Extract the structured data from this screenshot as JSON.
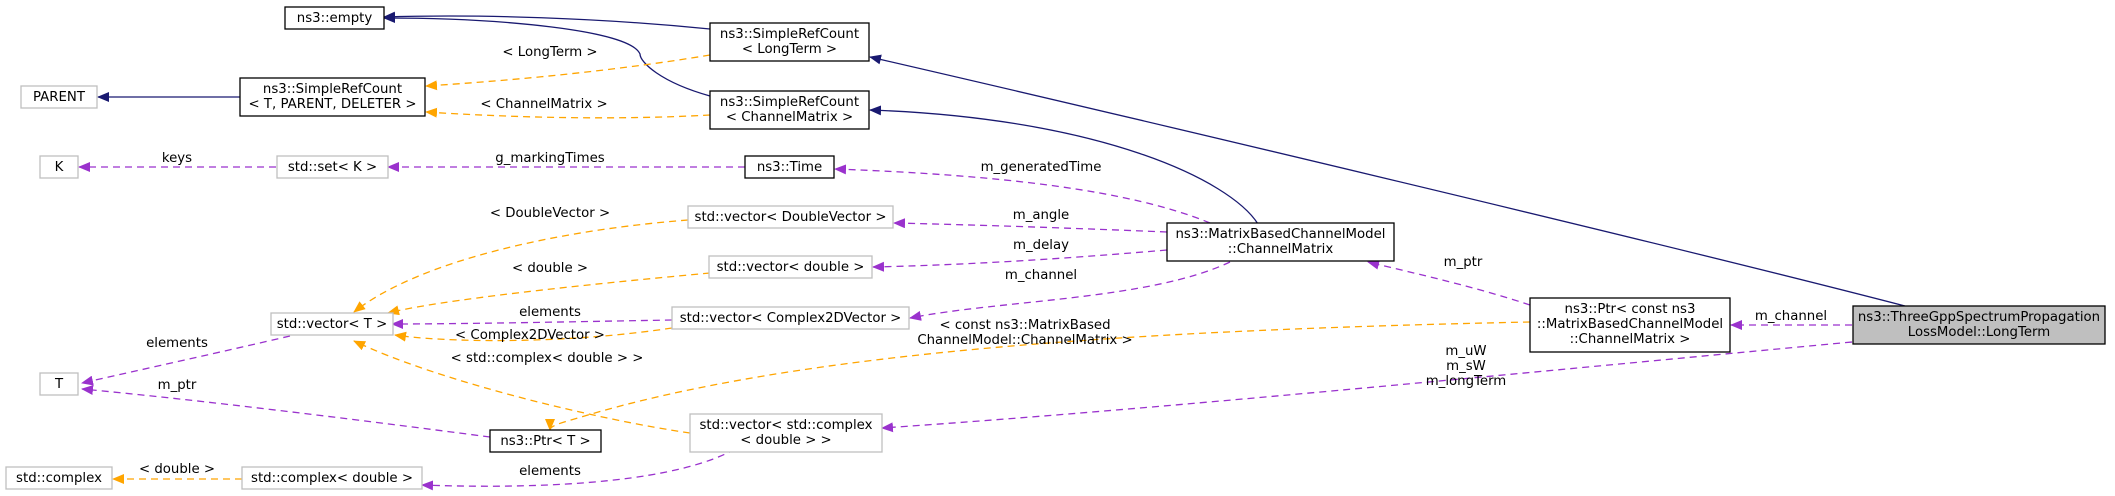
{
  "nodes": {
    "empty": [
      "ns3::empty"
    ],
    "sref_lt": [
      "ns3::SimpleRefCount",
      "< LongTerm >"
    ],
    "parent": [
      "PARENT"
    ],
    "sref_tpd": [
      "ns3::SimpleRefCount",
      "< T, PARENT, DELETER >"
    ],
    "sref_cm": [
      "ns3::SimpleRefCount",
      "< ChannelMatrix >"
    ],
    "k": [
      "K"
    ],
    "set": [
      "std::set< K >"
    ],
    "time": [
      "ns3::Time"
    ],
    "vec_dv": [
      "std::vector< DoubleVector >"
    ],
    "mbcm": [
      "ns3::MatrixBasedChannelModel",
      "::ChannelMatrix"
    ],
    "vec_d": [
      "std::vector< double >"
    ],
    "vec_t": [
      "std::vector< T >"
    ],
    "vec_c2": [
      "std::vector< Complex2DVector >"
    ],
    "ptr_cm": [
      "ns3::Ptr< const ns3",
      "::MatrixBasedChannelModel",
      "::ChannelMatrix >"
    ],
    "ltm": [
      "ns3::ThreeGppSpectrumPropagation",
      "LossModel::LongTerm"
    ],
    "t": [
      "T"
    ],
    "ptr_t": [
      "ns3::Ptr< T >"
    ],
    "vec_cx": [
      "std::vector< std::complex",
      "< double > >"
    ],
    "complex": [
      "std::complex"
    ],
    "cx_d": [
      "std::complex< double >"
    ]
  },
  "edge_labels": {
    "lt_tpl": [
      "< LongTerm >"
    ],
    "cm_tpl": [
      "< ChannelMatrix >"
    ],
    "keys": [
      "keys"
    ],
    "gmt": [
      "g_markingTimes"
    ],
    "mgen": [
      "m_generatedTime"
    ],
    "dv_tpl": [
      "< DoubleVector >"
    ],
    "mangle": [
      "m_angle"
    ],
    "d_tpl": [
      "< double >"
    ],
    "mdelay": [
      "m_delay"
    ],
    "mchan_mbcm": [
      "m_channel"
    ],
    "mptr_ptr": [
      "m_ptr"
    ],
    "mchan_ltm": [
      "m_channel"
    ],
    "elems_c2": [
      "elements"
    ],
    "c2_tpl": [
      "< Complex2DVector >"
    ],
    "ptrcm_tpl": [
      "< const ns3::MatrixBased",
      "ChannelModel::ChannelMatrix >"
    ],
    "cxd_tpl": [
      "< std::complex< double > >"
    ],
    "elems_t": [
      "elements"
    ],
    "mptr_t": [
      "m_ptr"
    ],
    "muw": [
      "m_uW",
      "m_sW",
      "m_longTerm"
    ],
    "d_cx": [
      "< double >"
    ],
    "elems_cx": [
      "elements"
    ]
  }
}
